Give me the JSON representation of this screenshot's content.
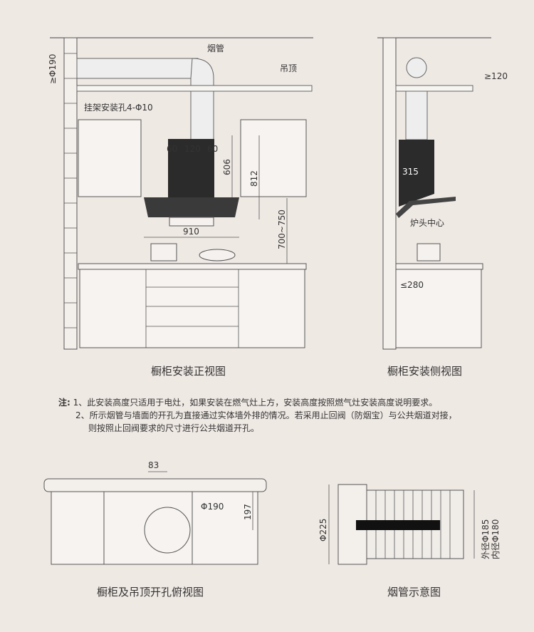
{
  "front_view": {
    "duct_label": "烟管",
    "ceiling_label": "吊顶",
    "duct_height": "≥Φ190",
    "bracket_holes": "挂架安装孔4-Φ10",
    "dim_60_left": "60",
    "dim_120": "120",
    "dim_60_right": "60",
    "dim_606": "606",
    "dim_812": "812",
    "dim_910": "910",
    "dim_height": "700~750",
    "caption": "橱柜安装正视图"
  },
  "side_view": {
    "dim_120": "≥120",
    "dim_315": "315",
    "burner_center": "炉头中心",
    "dim_280": "≤280",
    "caption": "橱柜安装侧视图"
  },
  "notes": {
    "prefix": "注:",
    "line1": "1、此安装高度只适用于电灶，如果安装在燃气灶上方，安装高度按照燃气灶安装高度说明要求。",
    "line2": "2、所示烟管与墙面的开孔为直接通过实体墙外排的情况。若采用止回阀（防烟宝）与公共烟道对接，",
    "line3": "则按照止回阀要求的尺寸进行公共烟道开孔。"
  },
  "top_view": {
    "dim_83": "83",
    "dim_phi190": "Φ190",
    "dim_197": "197",
    "caption": "橱柜及吊顶开孔俯视图"
  },
  "duct_view": {
    "dim_225": "Φ225",
    "outer": "外径Φ185",
    "inner": "内径Φ180",
    "caption": "烟管示意图"
  }
}
